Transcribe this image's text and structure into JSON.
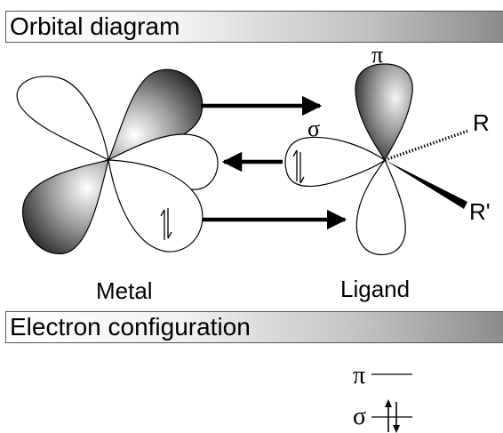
{
  "orbital_section": {
    "title": "Orbital diagram",
    "metal_label": "Metal",
    "ligand_label": "Ligand",
    "pi_label": "π",
    "sigma_label": "σ",
    "r_label": "R",
    "r_prime_label": "R'"
  },
  "config_section": {
    "title": "Electron configuration",
    "pi_level_label": "π",
    "sigma_level_label": "σ"
  },
  "colors": {
    "header_light": "#ffffff",
    "header_dark": "#8c8c8c",
    "ink": "#000000"
  }
}
